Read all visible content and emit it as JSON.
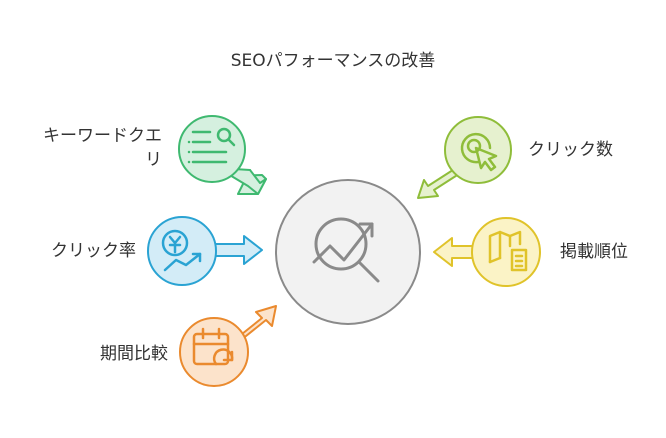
{
  "title": "SEOパフォーマンスの改善",
  "nodes": [
    {
      "id": "keywords",
      "label_line1": "キーワードクエ",
      "label_line2": "リ",
      "icon": "list-search-icon",
      "color": "#3fb970",
      "fill": "#d5f0df"
    },
    {
      "id": "ctr",
      "label": "クリック率",
      "icon": "yen-chart-icon",
      "color": "#2aa3d3",
      "fill": "#d3ecf7"
    },
    {
      "id": "period",
      "label": "期間比較",
      "icon": "calendar-refresh-icon",
      "color": "#ea8a2e",
      "fill": "#fce3cb"
    },
    {
      "id": "clicks",
      "label": "クリック数",
      "icon": "cursor-click-icon",
      "color": "#8fbd3a",
      "fill": "#e6f1cf"
    },
    {
      "id": "ranking",
      "label": "掲載順位",
      "icon": "map-ranking-icon",
      "color": "#e0c32a",
      "fill": "#fbf3c6"
    }
  ],
  "center": {
    "icon": "analytics-search-icon",
    "color": "#8a8a8a",
    "fill": "#f2f2f2"
  }
}
